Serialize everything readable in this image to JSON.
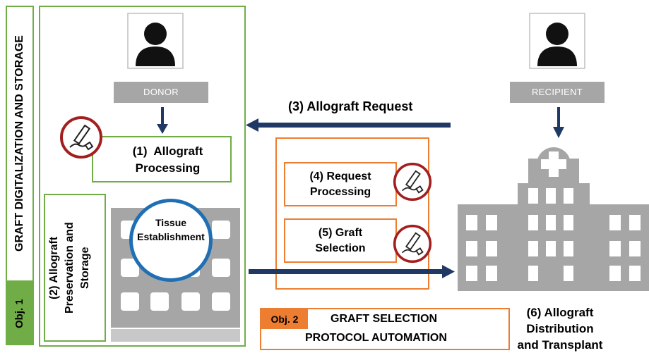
{
  "obj1": {
    "tag": "Obj. 1",
    "title": "GRAFT DIGITALIZATION AND STORAGE"
  },
  "donor": {
    "label": "DONOR"
  },
  "recipient": {
    "label": "RECIPIENT"
  },
  "steps": {
    "s1": {
      "num": "(1)",
      "label": "Allograft",
      "label2": "Processing"
    },
    "s2": {
      "line1": "(2) Allograft",
      "line2": "Preservation and",
      "line3": "Storage"
    },
    "s3": "(3) Allograft Request",
    "s4": {
      "line1": "(4) Request",
      "line2": "Processing"
    },
    "s5": {
      "line1": "(5) Graft",
      "line2": "Selection"
    },
    "s6": {
      "line1": "(6) Allograft",
      "line2": "Distribution",
      "line3": "and Transplant"
    }
  },
  "tissue": {
    "line1": "Tissue",
    "line2": "Establishment"
  },
  "obj2": {
    "tag": "Obj. 2",
    "line1": "GRAFT SELECTION",
    "line2": "PROTOCOL AUTOMATION"
  },
  "colors": {
    "green": "#70ad47",
    "orange": "#ed7d31",
    "navy": "#1f3864",
    "gray": "#a6a6a6",
    "blue": "#1f6fb5",
    "red": "#a31f1f"
  },
  "icons": [
    "person-icon",
    "hospital-icon",
    "building-icon",
    "signature-pen-icon"
  ]
}
